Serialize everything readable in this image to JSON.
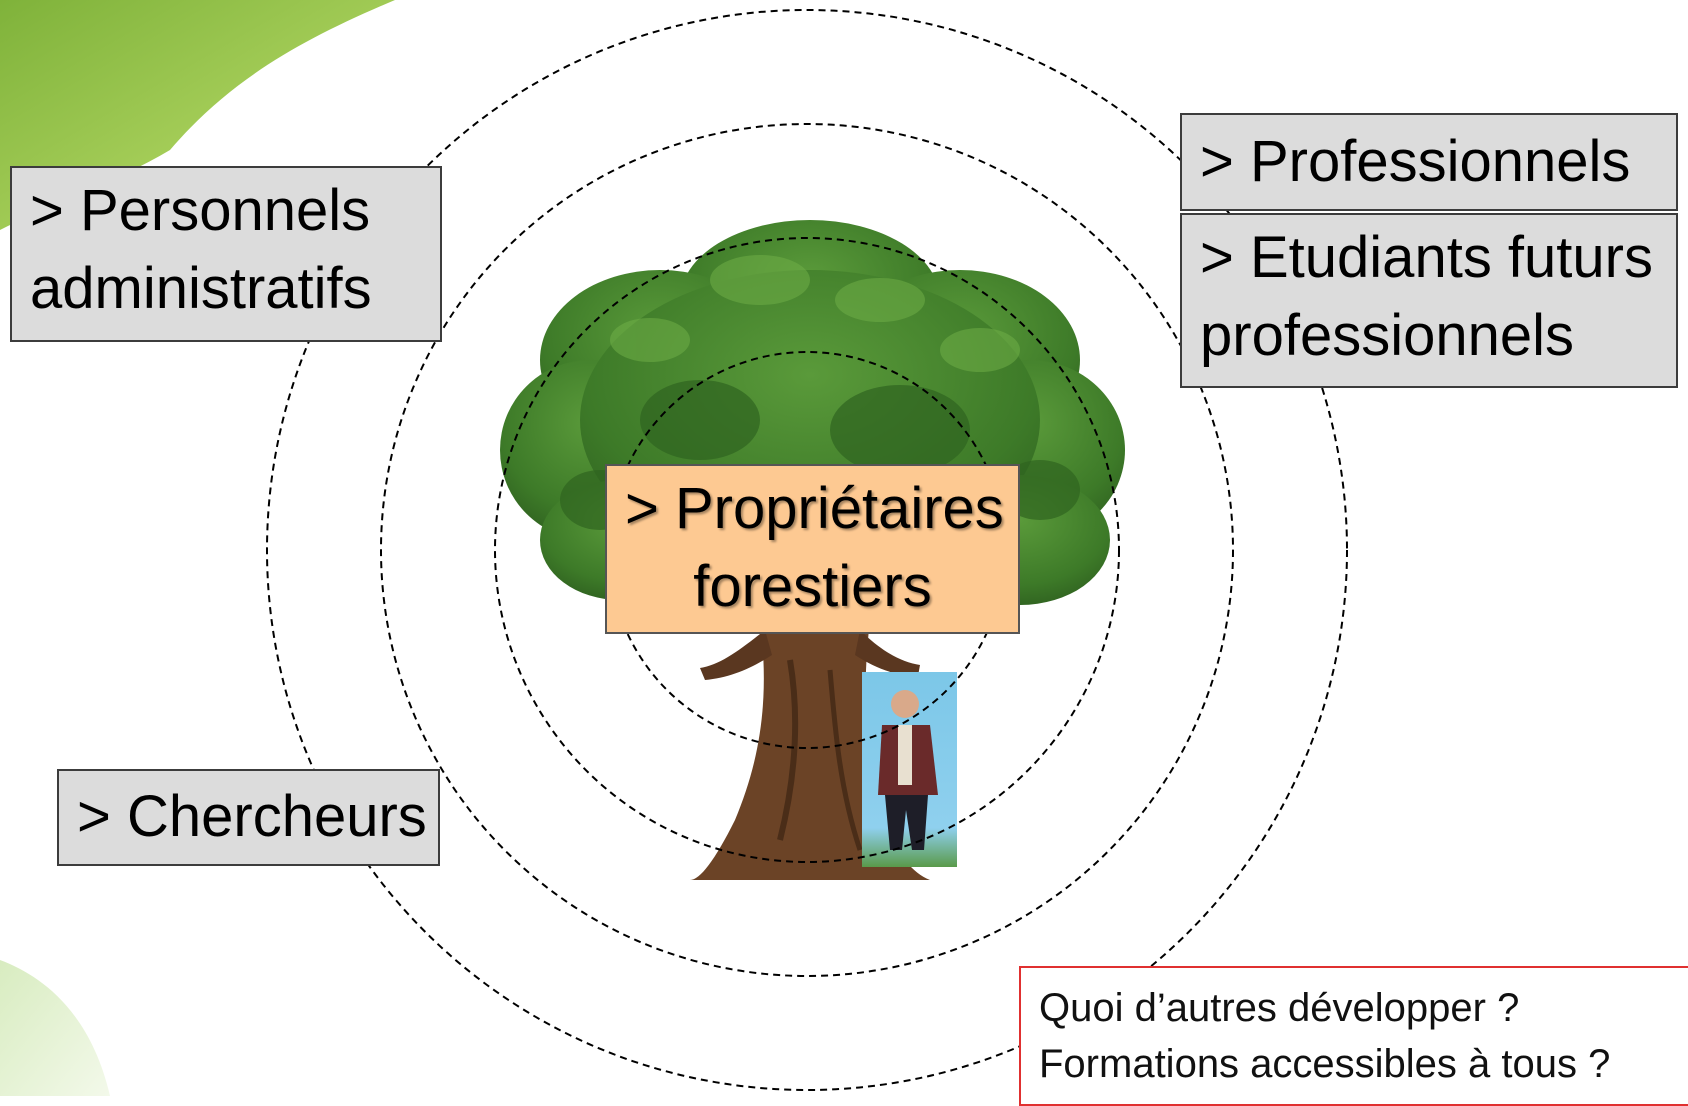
{
  "labels": {
    "personnels": [
      "> Personnels",
      "administratifs"
    ],
    "professionnels": [
      "> Professionnels"
    ],
    "etudiants": [
      "> Etudiants futurs",
      "professionnels"
    ],
    "chercheurs": [
      "> Chercheurs"
    ],
    "proprietaires": [
      "> Propriétaires",
      "forestiers"
    ]
  },
  "question": {
    "line1": "Quoi d’autres développer ?",
    "line2": "Formations accessibles à tous ?"
  },
  "colors": {
    "label_fill": "#dcdcdc",
    "center_fill": "#fdc992",
    "question_border": "#e03030",
    "foliage": "#3f7f2a",
    "trunk": "#6b4326",
    "corner_green": "#8cbf3f"
  }
}
